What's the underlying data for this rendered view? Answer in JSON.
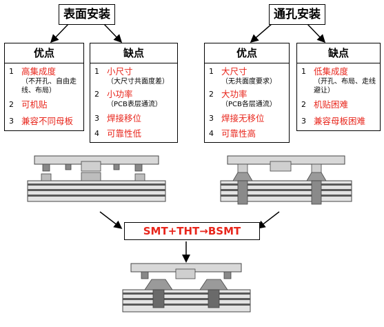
{
  "smt": {
    "title": "表面安装",
    "pros": {
      "header": "优点",
      "items": [
        {
          "num": "1",
          "label": "高集成度",
          "note": "（不开孔、自由走线、布局）"
        },
        {
          "num": "2",
          "label": "可机贴",
          "note": ""
        },
        {
          "num": "3",
          "label": "兼容不同母板",
          "note": ""
        }
      ]
    },
    "cons": {
      "header": "缺点",
      "items": [
        {
          "num": "1",
          "label": "小尺寸",
          "note": "（大尺寸共面度差）"
        },
        {
          "num": "2",
          "label": "小功率",
          "note": "（PCB表层通流）"
        },
        {
          "num": "3",
          "label": "焊接移位",
          "note": ""
        },
        {
          "num": "4",
          "label": "可靠性低",
          "note": ""
        }
      ]
    }
  },
  "tht": {
    "title": "通孔安装",
    "pros": {
      "header": "优点",
      "items": [
        {
          "num": "1",
          "label": "大尺寸",
          "note": "（无共面度要求）"
        },
        {
          "num": "2",
          "label": "大功率",
          "note": "（PCB各层通流）"
        },
        {
          "num": "3",
          "label": "焊接无移位",
          "note": ""
        },
        {
          "num": "4",
          "label": "可靠性高",
          "note": ""
        }
      ]
    },
    "cons": {
      "header": "缺点",
      "items": [
        {
          "num": "1",
          "label": "低集成度",
          "note": "（开孔、布局、走线避让）"
        },
        {
          "num": "2",
          "label": "机贴困难",
          "note": ""
        },
        {
          "num": "3",
          "label": "兼容母板困难",
          "note": ""
        }
      ]
    }
  },
  "merge": {
    "label": "SMT+THT→BSMT"
  },
  "colors": {
    "accent_red": "#e8261c",
    "pcb_gray": "#cfcfcf",
    "pcb_dark": "#5a5a5a"
  }
}
